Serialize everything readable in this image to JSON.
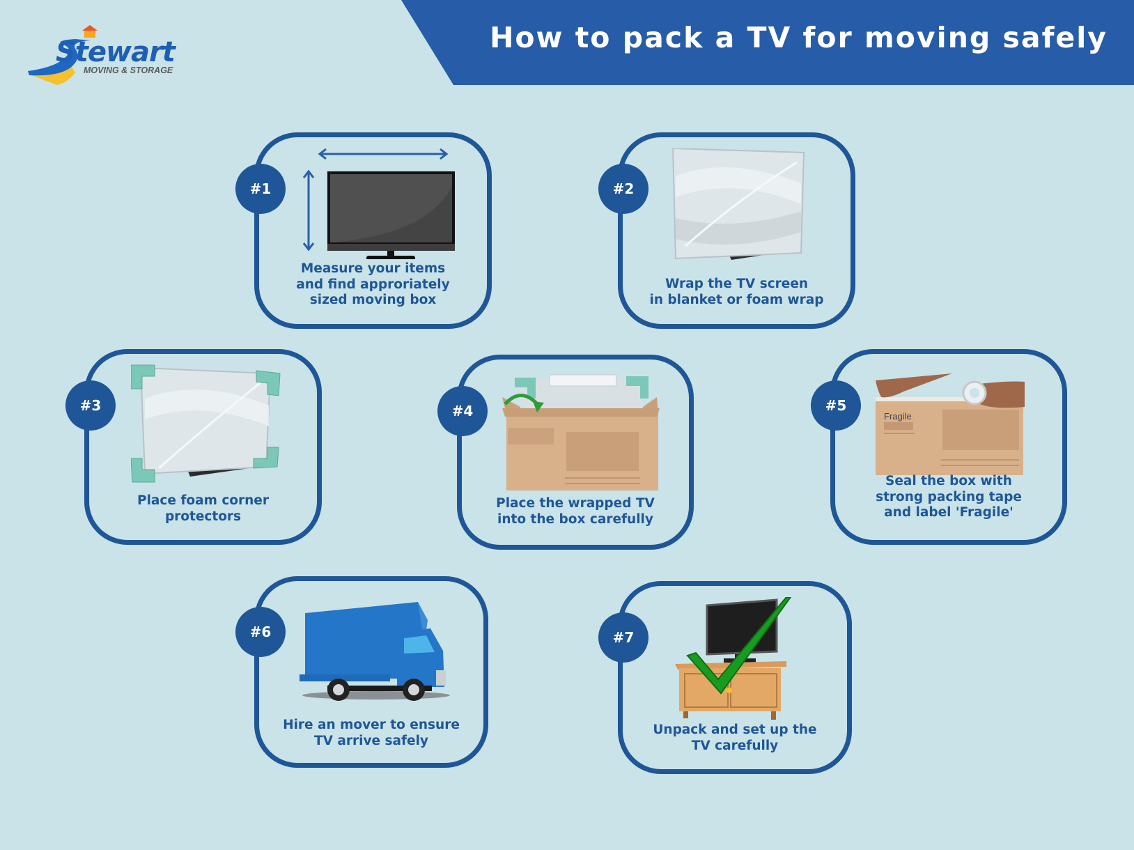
{
  "header": {
    "title": "How to pack a TV for moving safely",
    "banner_color": "#275ca8"
  },
  "logo": {
    "name": "Stewart",
    "tagline": "MOVING & STORAGE"
  },
  "colors": {
    "background": "#c9e3e8",
    "card_border": "#1f5697",
    "caption_text": "#1f5697",
    "badge_bg": "#1f5697"
  },
  "steps": [
    {
      "badge": "#1",
      "caption_lines": [
        "Measure your items",
        "and find approriately",
        "sized moving box"
      ],
      "icon": "tv-measure-icon"
    },
    {
      "badge": "#2",
      "caption_lines": [
        "Wrap the TV screen",
        "in blanket or foam wrap"
      ],
      "icon": "wrapped-tv-icon"
    },
    {
      "badge": "#3",
      "caption_lines": [
        "Place foam corner",
        "protectors"
      ],
      "icon": "corner-protectors-icon"
    },
    {
      "badge": "#4",
      "caption_lines": [
        "Place the wrapped TV",
        "into the box carefully"
      ],
      "icon": "tv-into-box-icon"
    },
    {
      "badge": "#5",
      "caption_lines": [
        "Seal the box with",
        "strong packing tape",
        "and label 'Fragile'"
      ],
      "icon": "seal-box-icon",
      "box_label": "Fragile"
    },
    {
      "badge": "#6",
      "caption_lines": [
        "Hire an mover to ensure",
        "TV arrive safely"
      ],
      "icon": "moving-truck-icon"
    },
    {
      "badge": "#7",
      "caption_lines": [
        "Unpack and set up the",
        "TV carefully"
      ],
      "icon": "tv-checkmark-icon"
    }
  ]
}
